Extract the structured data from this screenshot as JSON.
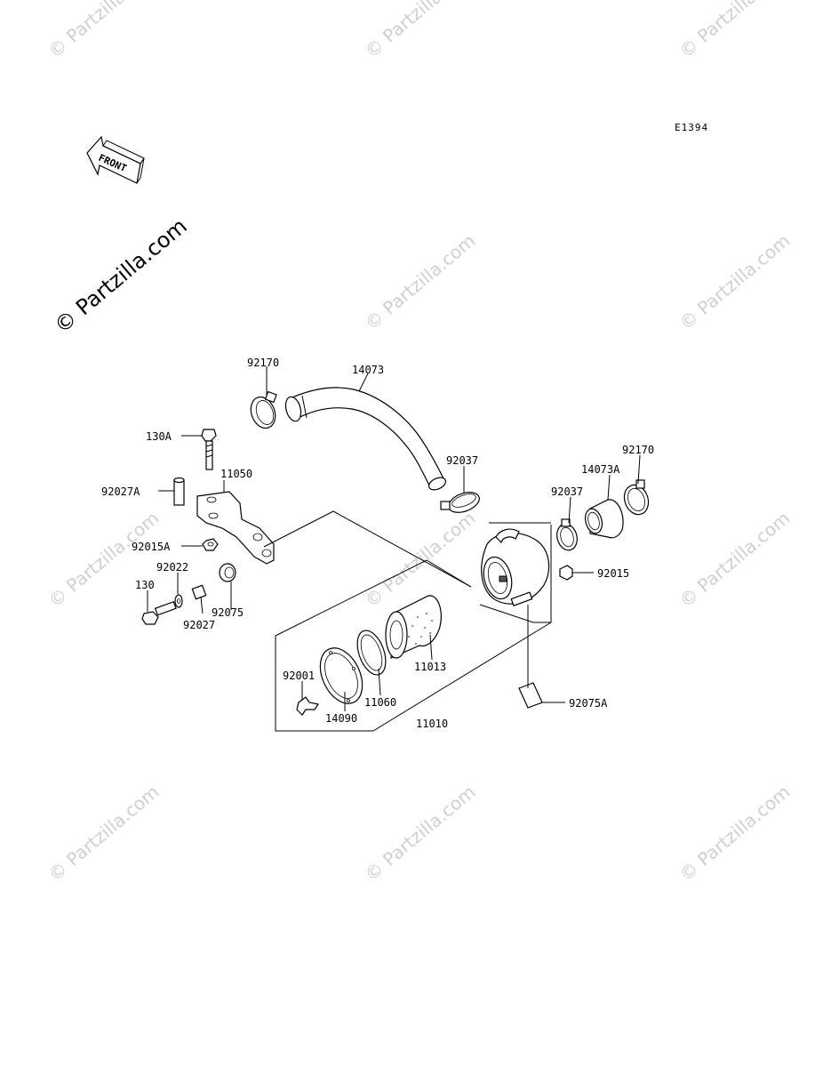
{
  "diagram_id": "E1394",
  "front_arrow_label": "FRONT",
  "watermark_text": "© Partzilla.com",
  "part_labels": {
    "p92170_left": "92170",
    "p14073": "14073",
    "p130A": "130A",
    "p11050": "11050",
    "p92027A": "92027A",
    "p92015A": "92015A",
    "p92022": "92022",
    "p130": "130",
    "p92075": "92075",
    "p92027": "92027",
    "p92037_mid": "92037",
    "p92037_right": "92037",
    "p14073A": "14073A",
    "p92170_right": "92170",
    "p92015": "92015",
    "p92001": "92001",
    "p14090": "14090",
    "p11060": "11060",
    "p11013": "11013",
    "p11010": "11010",
    "p92075A": "92075A"
  }
}
